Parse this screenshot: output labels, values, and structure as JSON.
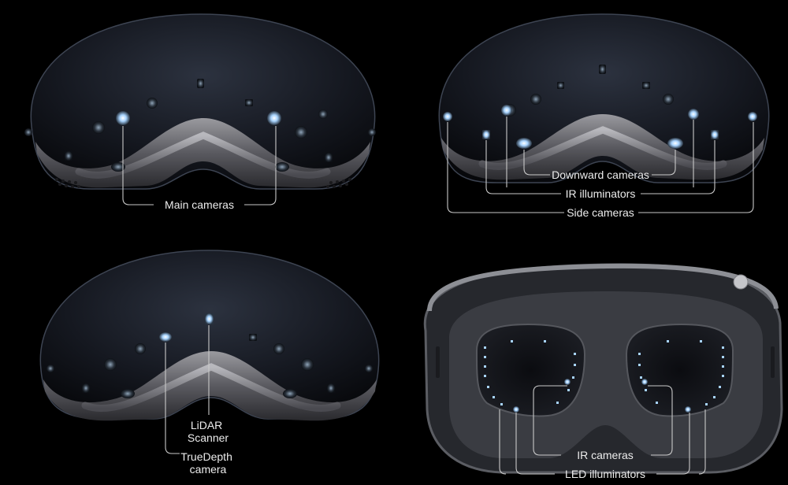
{
  "panels": {
    "main": {
      "label": "Main cameras"
    },
    "sensors": {
      "labels": [
        "Downward cameras",
        "IR illuminators",
        "Side cameras"
      ]
    },
    "front": {
      "lidar": [
        "LiDAR",
        "Scanner"
      ],
      "truedepth": [
        "TrueDepth",
        "camera"
      ]
    },
    "interior": {
      "labels": [
        "IR cameras",
        "LED illuminators"
      ]
    }
  },
  "colors": {
    "background": "#000000",
    "callout": "#c9c9c9",
    "label": "#ececec",
    "lens_glow": "#a8d4ff"
  }
}
